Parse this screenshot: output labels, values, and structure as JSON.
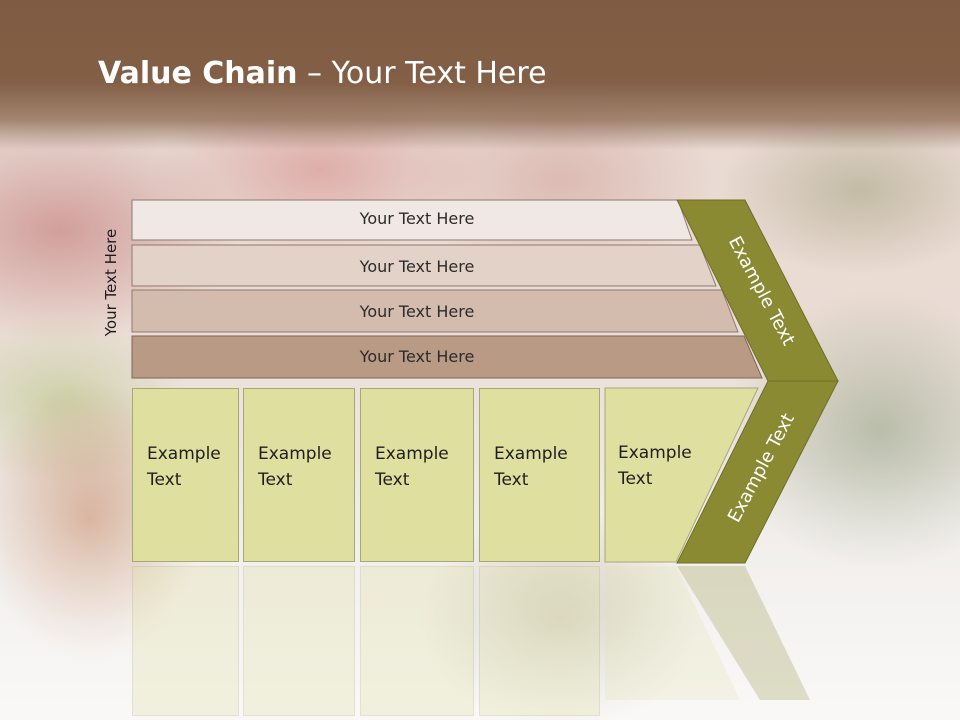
{
  "slide": {
    "title_bold": "Value Chain",
    "title_rest": " – Your Text Here",
    "side_label": "Your Text Here",
    "rows": [
      {
        "label": "Your Text Here",
        "color": "#efe8e4"
      },
      {
        "label": "Your Text Here",
        "color": "#e3d2c8"
      },
      {
        "label": "Your Text Here",
        "color": "#d3bcae"
      },
      {
        "label": "Your Text Here",
        "color": "#b99a84"
      }
    ],
    "columns": [
      {
        "line1": "Example",
        "line2": "Text"
      },
      {
        "line1": "Example",
        "line2": "Text"
      },
      {
        "line1": "Example",
        "line2": "Text"
      },
      {
        "line1": "Example",
        "line2": "Text"
      },
      {
        "line1": "Example",
        "line2": "Text"
      }
    ],
    "chevron_top": "Example Text",
    "chevron_bottom": "Example Text",
    "colors": {
      "header": "#805c44",
      "chevron": "#8a8a33",
      "column_fill": "#dfdf9f"
    }
  }
}
